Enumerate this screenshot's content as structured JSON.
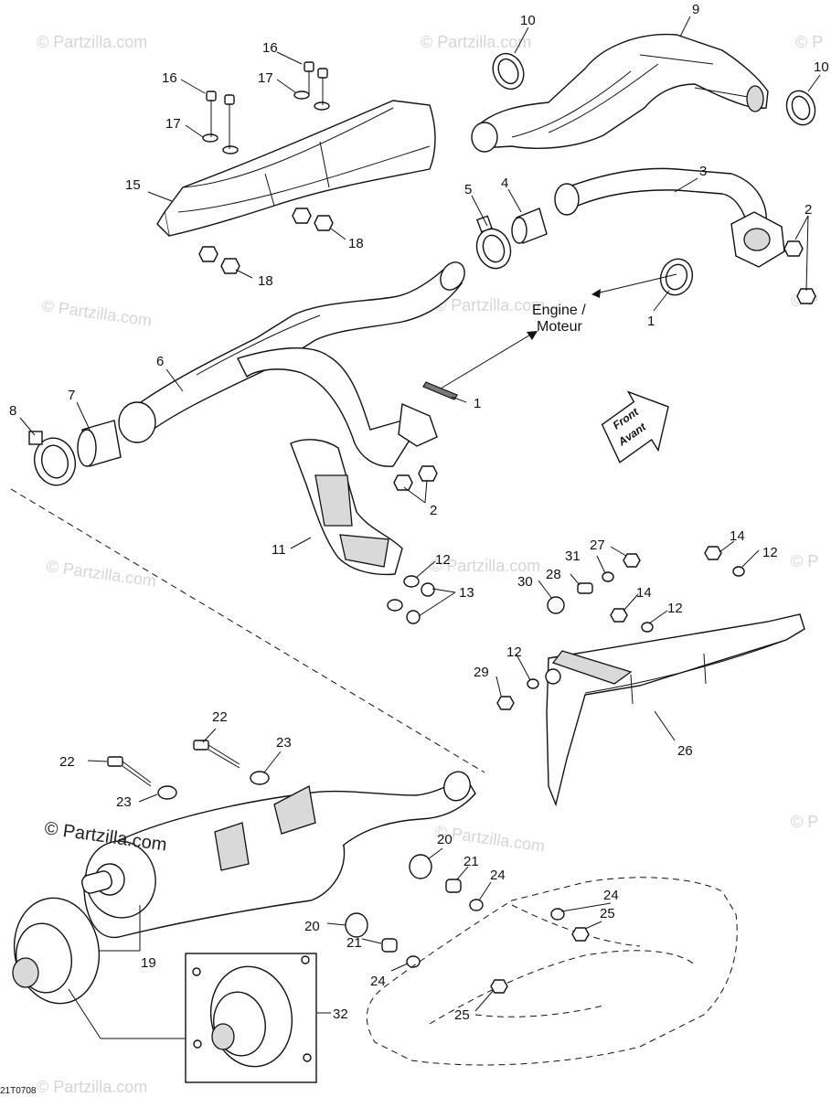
{
  "callouts": {
    "c1a": "1",
    "c1b": "1",
    "c2a": "2",
    "c2b": "2",
    "c3": "3",
    "c4": "4",
    "c5": "5",
    "c6": "6",
    "c7": "7",
    "c8": "8",
    "c9": "9",
    "c10a": "10",
    "c10b": "10",
    "c11": "11",
    "c12a": "12",
    "c12b": "12",
    "c12c": "12",
    "c12d": "12",
    "c13": "13",
    "c14a": "14",
    "c14b": "14",
    "c15": "15",
    "c16a": "16",
    "c16b": "16",
    "c17a": "17",
    "c17b": "17",
    "c18a": "18",
    "c18b": "18",
    "c19": "19",
    "c20a": "20",
    "c20b": "20",
    "c21a": "21",
    "c21b": "21",
    "c22a": "22",
    "c22b": "22",
    "c23a": "23",
    "c23b": "23",
    "c24a": "24",
    "c24b": "24",
    "c24c": "24",
    "c25a": "25",
    "c25b": "25",
    "c26": "26",
    "c27": "27",
    "c28": "28",
    "c29": "29",
    "c30": "30",
    "c31": "31",
    "c32": "32"
  },
  "labels": {
    "engine_line1": "Engine /",
    "engine_line2": "Moteur",
    "front_line1": "Front",
    "front_line2": "Avant",
    "drawing_code": "21T0708"
  },
  "watermark": {
    "main": "© Partzilla.com",
    "repeat": "© Partzilla.com",
    "corner": "© P"
  }
}
